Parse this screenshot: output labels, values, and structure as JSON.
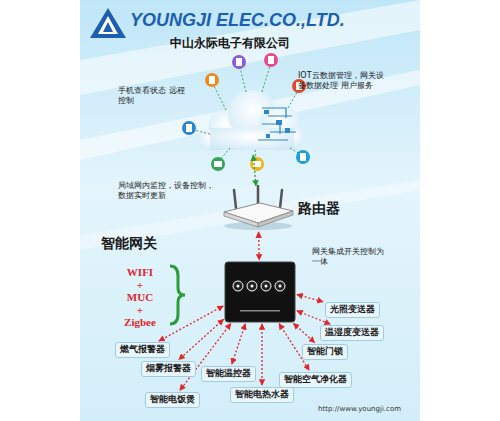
{
  "diagram": {
    "title": "YOUNGJI ELEC.CO.,LTD.",
    "nodes": [
      {
        "text": [
          "IOT云数据管理，网关设备数据处理 用户服务"
        ]
      },
      {
        "text": [
          "路由器"
        ]
      },
      {
        "text": [
          "智能网关"
        ]
      },
      {
        "text": [
          "燃气报警器"
        ]
      },
      {
        "text": [
          "烟雾报警器"
        ]
      },
      {
        "text": [
          "智能电饭煲"
        ]
      },
      {
        "text": [
          "智能温控器"
        ]
      },
      {
        "text": [
          "智能电热水器"
        ]
      },
      {
        "text": [
          "智能空气净化器"
        ]
      },
      {
        "text": [
          "智能门锁"
        ]
      },
      {
        "text": [
          "温湿度变送器"
        ]
      },
      {
        "text": [
          "光照变送器"
        ]
      }
    ],
    "edges": [
      {
        "from": 0,
        "to": 1,
        "arrow": "both"
      },
      {
        "from": 1,
        "to": 2,
        "arrow": "both"
      },
      {
        "from": 2,
        "to": 3,
        "arrow": "both"
      },
      {
        "from": 2,
        "to": 4,
        "arrow": "both"
      },
      {
        "from": 2,
        "to": 5,
        "arrow": "both"
      },
      {
        "from": 2,
        "to": 6,
        "arrow": "both"
      },
      {
        "from": 2,
        "to": 7,
        "arrow": "both"
      },
      {
        "from": 2,
        "to": 8,
        "arrow": "both"
      },
      {
        "from": 2,
        "to": 9,
        "arrow": "both"
      },
      {
        "from": 2,
        "to": 10,
        "arrow": "both"
      },
      {
        "from": 2,
        "to": 11,
        "arrow": "both"
      }
    ],
    "labels": [
      "中山永际电子有限公司",
      "手机查看状态 远程控制",
      "局域网内监控，设备控制，数据实时更新",
      "网关集成开关控制为一体",
      "WIFI",
      "+",
      "MUC",
      "+",
      "Zigbee",
      "http://www.youngji.com"
    ]
  }
}
